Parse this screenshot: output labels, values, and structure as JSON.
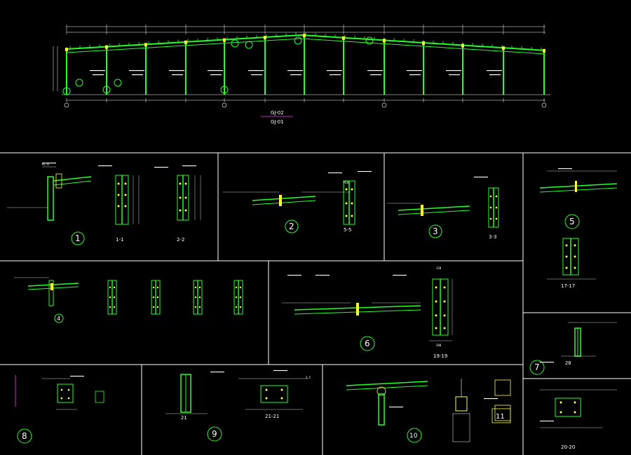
{
  "drawing": {
    "frame_labels": {
      "upper": "GJ-02",
      "lower": "GJ-01"
    },
    "section_labels": [
      "1-1",
      "2-2",
      "3-3",
      "5-5",
      "17-17",
      "19-19",
      "21-21",
      "20-20"
    ],
    "detail_numbers": [
      "1",
      "2",
      "3",
      "4",
      "5",
      "6",
      "7",
      "8",
      "9",
      "10",
      "11"
    ],
    "dimension_texts": [
      "120",
      "200",
      "20",
      "21",
      "3.5",
      "M20",
      "PL-8"
    ],
    "colors": {
      "background": "#000000",
      "frame": "#22ff22",
      "dimension": "#ffffff",
      "grid": "#ffffff",
      "bolt": "#ffff33",
      "accent": "#ff33ff",
      "panel_border": "#ffffff",
      "detail_circle": "#22ff22"
    }
  }
}
